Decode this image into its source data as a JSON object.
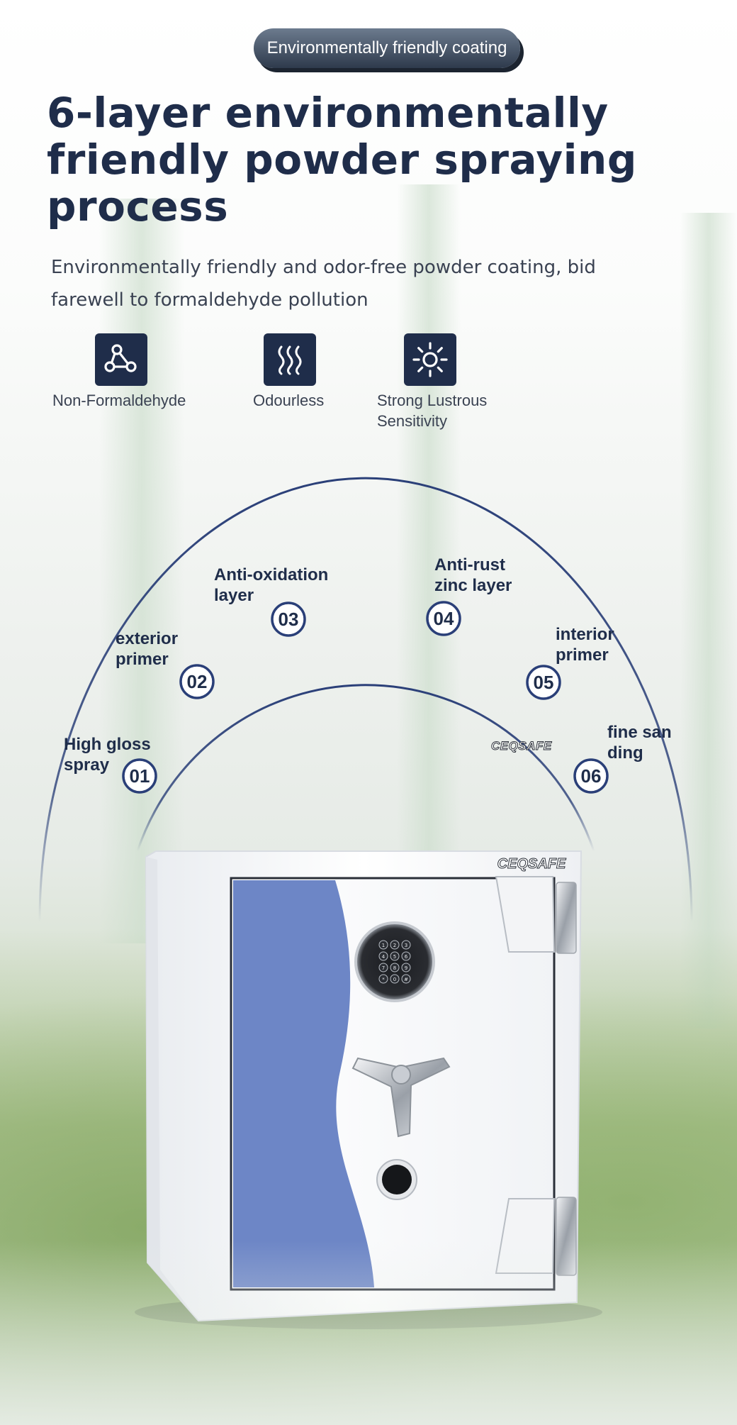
{
  "badge": {
    "label": "Environmentally friendly coating"
  },
  "headline": {
    "line1": "6-layer environmentally",
    "line2": "friendly powder spraying",
    "line3": "process"
  },
  "subtitle": {
    "line1": "Environmentally friendly and odor-free powder coating, bid",
    "line2": "farewell to formaldehyde pollution"
  },
  "features": [
    {
      "icon": "molecule-icon",
      "label_line1": "Non-Formaldehyde",
      "label_line2": ""
    },
    {
      "icon": "odor-waves-icon",
      "label_line1": "Odourless",
      "label_line2": ""
    },
    {
      "icon": "sun-icon",
      "label_line1": "Strong Lustrous",
      "label_line2": "Sensitivity"
    }
  ],
  "layers": [
    {
      "number": "01",
      "label_line1": "High gloss",
      "label_line2": "spray"
    },
    {
      "number": "02",
      "label_line1": "exterior",
      "label_line2": "primer"
    },
    {
      "number": "03",
      "label_line1": "Anti-oxidation",
      "label_line2": "layer"
    },
    {
      "number": "04",
      "label_line1": "Anti-rust",
      "label_line2": "zinc layer"
    },
    {
      "number": "05",
      "label_line1": "interior",
      "label_line2": "primer"
    },
    {
      "number": "06",
      "label_line1": "fine san",
      "label_line2": "ding"
    }
  ],
  "product": {
    "brand": "CEQSAFE",
    "watermark": "CEQSAFE",
    "keypad_keys": [
      "1",
      "2",
      "3",
      "4",
      "5",
      "6",
      "7",
      "8",
      "9",
      "*",
      "0",
      "#"
    ]
  },
  "colors": {
    "navy": "#1f2d4a",
    "arc_blue": "#2a3f78",
    "door_blue": "#6d86c6",
    "safe_white": "#f6f7f9"
  }
}
